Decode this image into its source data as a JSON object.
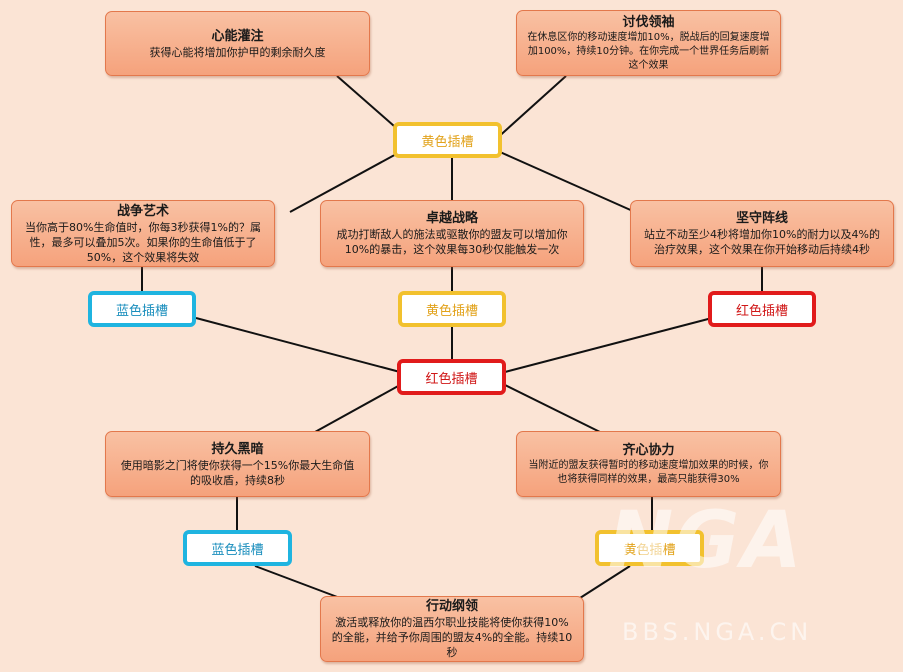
{
  "nodes": {
    "xinneng": {
      "title": "心能灌注",
      "desc": "获得心能将增加你护甲的剩余耐久度"
    },
    "taofa": {
      "title": "讨伐领袖",
      "desc": "在休息区你的移动速度增加10%，脱战后的回复速度增加100%，持续10分钟。在你完成一个世界任务后刷新这个效果"
    },
    "zhanzheng": {
      "title": "战争艺术",
      "desc": "当你高于80%生命值时，你每3秒获得1%的？属性，最多可以叠加5次。如果你的生命值低于了50%，这个效果将失效"
    },
    "zhuoyue": {
      "title": "卓越战略",
      "desc": "成功打断敌人的施法或驱散你的盟友可以增加你10%的暴击，这个效果每30秒仅能触发一次"
    },
    "jianshou": {
      "title": "坚守阵线",
      "desc": "站立不动至少4秒将增加你10%的耐力以及4%的治疗效果，这个效果在你开始移动后持续4秒"
    },
    "chijiu": {
      "title": "持久黑暗",
      "desc": "使用暗影之门将使你获得一个15%你最大生命值的吸收盾，持续8秒"
    },
    "qixin": {
      "title": "齐心协力",
      "desc": "当附近的盟友获得暂时的移动速度增加效果的时候，你也将获得同样的效果，最高只能获得30%"
    },
    "xingdong": {
      "title": "行动纲领",
      "desc": "激活或释放你的温西尔职业技能将使你获得10%的全能，并给予你周围的盟友4%的全能。持续10秒"
    }
  },
  "slots": {
    "top_yellow": "黄色插槽",
    "mid_blue": "蓝色插槽",
    "mid_yellow": "黄色插槽",
    "mid_red": "红色插槽",
    "center_red": "红色插槽",
    "bottom_blue": "蓝色插槽",
    "bottom_yellow": "黄色插槽"
  },
  "slot_colors": {
    "yellow": "#f2c12e",
    "blue": "#1fb4e0",
    "red": "#e11b1b"
  },
  "watermark": {
    "logo": "NGA",
    "url": "BBS.NGA.CN"
  }
}
